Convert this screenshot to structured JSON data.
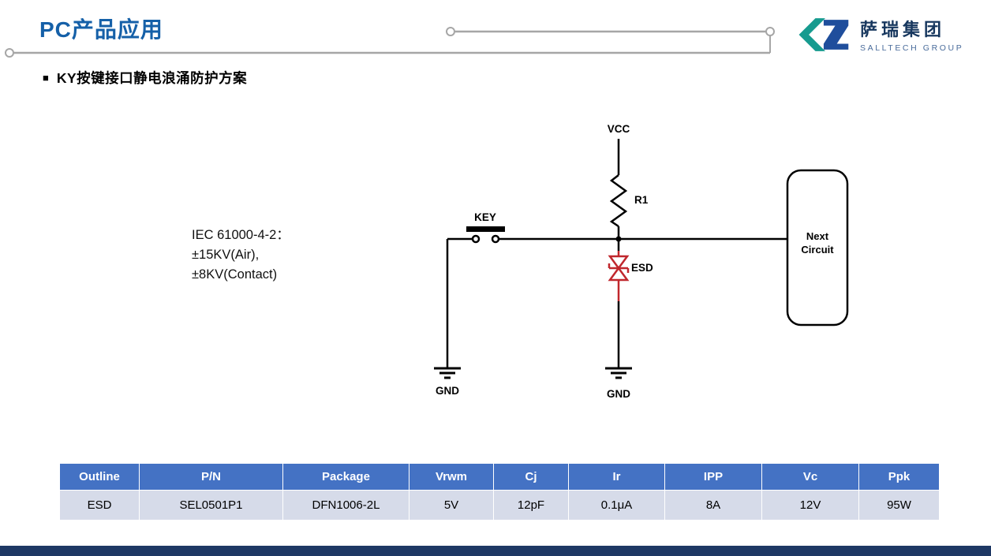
{
  "header": {
    "title": "PC产品应用",
    "logo": {
      "name": "萨瑞集团",
      "subtitle": "SALLTECH GROUP"
    }
  },
  "section": {
    "bullet": "■",
    "title": "KY按键接口静电浪涌防护方案"
  },
  "diagram": {
    "iec": [
      "IEC 61000-4-2：",
      "±15KV(Air),",
      "±8KV(Contact)"
    ],
    "labels": {
      "vcc": "VCC",
      "r1": "R1",
      "key": "KEY",
      "esd": "ESD",
      "gnd_left": "GND",
      "gnd_right": "GND",
      "next_line1": "Next",
      "next_line2": "Circuit"
    }
  },
  "table": {
    "headers": [
      "Outline",
      "P/N",
      "Package",
      "Vrwm",
      "Cj",
      "Ir",
      "IPP",
      "Vc",
      "Ppk"
    ],
    "rows": [
      [
        "ESD",
        "SEL0501P1",
        "DFN1006-2L",
        "5V",
        "12pF",
        "0.1μA",
        "8A",
        "12V",
        "95W"
      ]
    ]
  },
  "colors": {
    "title_blue": "#1560A8",
    "table_header_bg": "#4472C4",
    "table_row_bg": "#D6DBE9",
    "footer_bar": "#1E3864",
    "esd_red": "#C0272D",
    "decor_gray": "#A6A6A6",
    "logo_teal": "#169B8F",
    "logo_blue": "#1F4E9C"
  }
}
